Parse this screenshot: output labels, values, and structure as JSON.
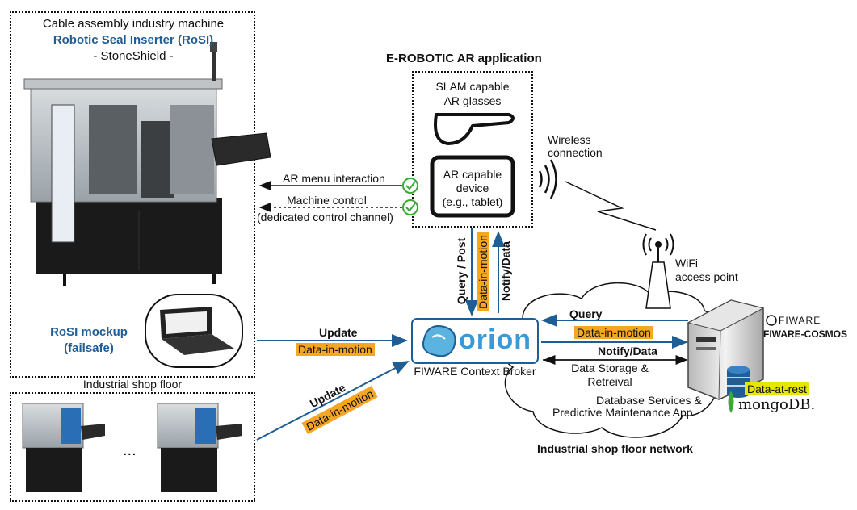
{
  "machine_box": {
    "line1": "Cable assembly industry machine",
    "line2": "Robotic Seal Inserter (RoSI)",
    "line3": "- StoneShield -",
    "mockup_line1": "RoSI mockup",
    "mockup_line2": "(failsafe)",
    "shop_floor_label": "Industrial shop floor"
  },
  "ar_app": {
    "title": "E-ROBOTIC AR application",
    "glasses_line1": "SLAM capable",
    "glasses_line2": "AR glasses",
    "device_line1": "AR capable",
    "device_line2": "device",
    "device_line3": "(e.g., tablet)"
  },
  "links": {
    "ar_menu": "AR menu interaction",
    "machine_control": "Machine control",
    "dedicated_channel": "(dedicated control channel)",
    "wireless_line1": "Wireless",
    "wireless_line2": "connection",
    "wifi_line1": "WiFi",
    "wifi_line2": "access point",
    "query_post": "Query / Post",
    "notify_data": "Notify/Data",
    "data_in_motion": "Data-in-motion",
    "update": "Update",
    "query": "Query",
    "notify_data_right": "Notify/Data",
    "data_storage_line1": "Data Storage &",
    "data_storage_line2": "Retreival",
    "db_services_line1": "Database Services &",
    "db_services_line2": "Predictive Maintenance App",
    "data_at_rest": "Data-at-rest"
  },
  "broker": {
    "logo_text": "orion",
    "label": "FIWARE Context Broker"
  },
  "server": {
    "fiware_logo": "FIWARE",
    "cosmos": "FIWARE-COSMOS",
    "mongo": "mongoDB."
  },
  "network_label": "Industrial shop floor network",
  "ellipsis": "...",
  "colors": {
    "arrow_blue": "#1f5d95",
    "orange": "#f5a623",
    "yellow": "#e8e600",
    "check_green": "#3aaa35"
  }
}
